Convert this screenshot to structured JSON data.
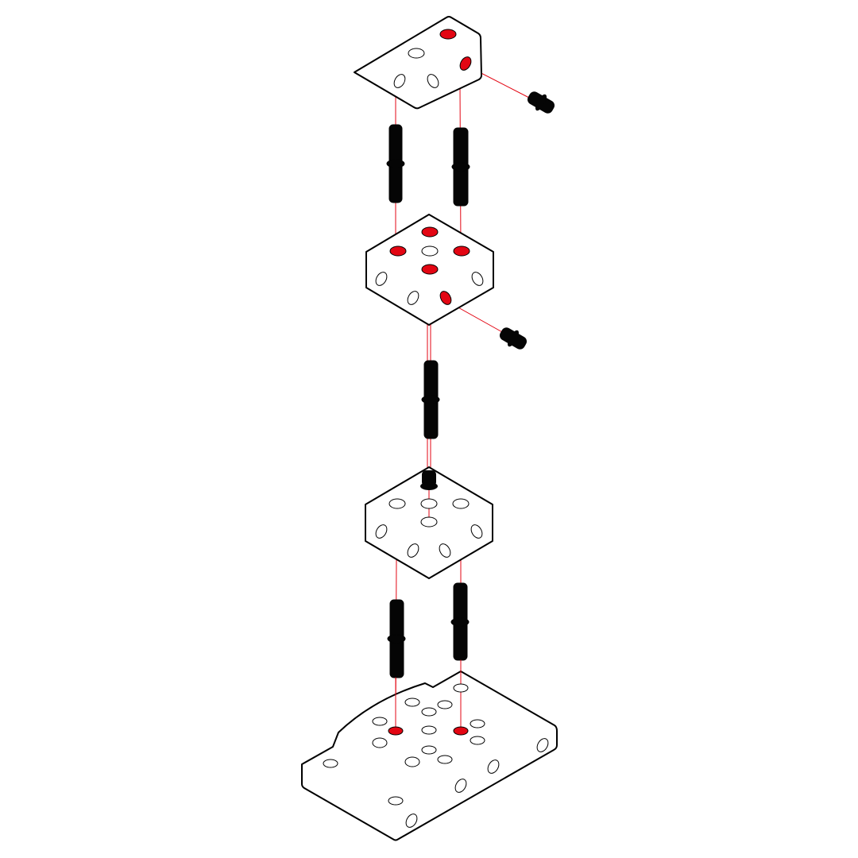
{
  "colors": {
    "outline": "#000000",
    "pin": "#050505",
    "highlight": "#e30613",
    "face": "#ffffff",
    "guide_line": "#e30613"
  },
  "diagram": {
    "type": "exploded-assembly",
    "steps": [
      "top-plate",
      "connector-block-upper",
      "connector-block-lower",
      "base-plate"
    ]
  }
}
